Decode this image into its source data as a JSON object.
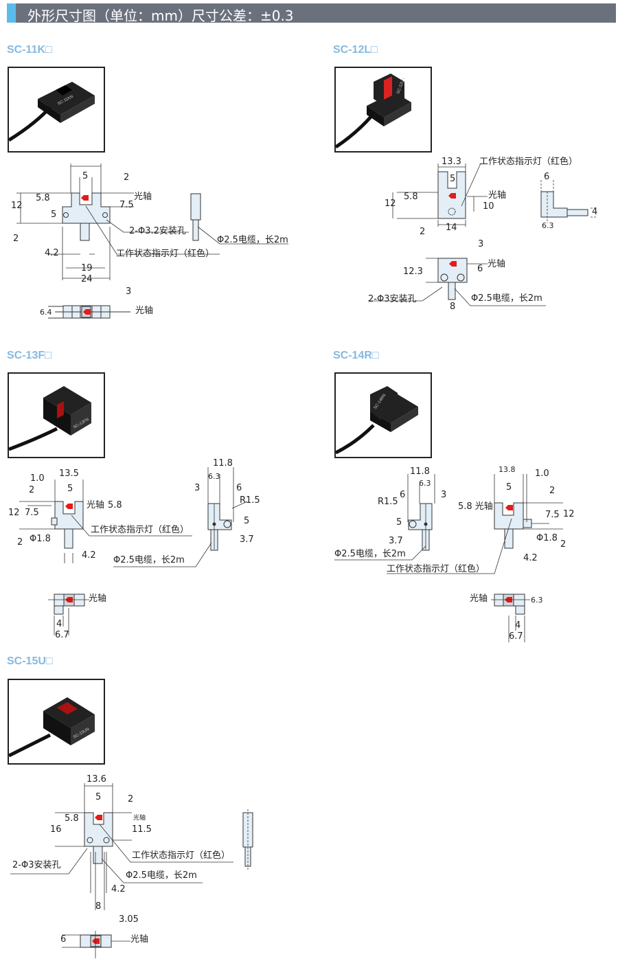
{
  "header": {
    "title": "外形尺寸图（单位：mm）尺寸公差：±0.3",
    "accent_color": "#5bbcec",
    "bar_color": "#6b717c"
  },
  "models": [
    {
      "name": "SC-11K□",
      "photo_label": "SC-11KN",
      "labels": [
        "5",
        "2",
        "5.8",
        "光轴",
        "12",
        "7.5",
        "5",
        "2-Φ3.2安装孔",
        "Φ2.5电缆，长2m",
        "2",
        "4.2",
        "工作状态指示灯（红色）",
        "19",
        "24",
        "3",
        "6.4",
        "光轴"
      ]
    },
    {
      "name": "SC-12L□",
      "photo_label": "SC-12LN",
      "labels": [
        "13.3",
        "工作状态指示灯（红色）",
        "6",
        "5",
        "5.8",
        "光轴",
        "12",
        "10",
        "4",
        "6.3",
        "2",
        "14",
        "3",
        "光轴",
        "12.3",
        "6",
        "2-Φ3安装孔",
        "Φ2.5电缆，长2m",
        "8"
      ]
    },
    {
      "name": "SC-13F□",
      "photo_label": "SC-13FN",
      "labels": [
        "11.8",
        "1.0",
        "13.5",
        "6.3",
        "2",
        "3",
        "6",
        "5",
        "R1.5",
        "光轴",
        "5.8",
        "12",
        "7.5",
        "5",
        "工作状态指示灯（红色）",
        "2",
        "Φ1.8",
        "3.7",
        "4.2",
        "Φ2.5电缆，长2m",
        "光轴",
        "4",
        "6.7"
      ]
    },
    {
      "name": "SC-14R□",
      "photo_label": "SC-14RN",
      "labels": [
        "11.8",
        "13.8",
        "1.0",
        "6.3",
        "6",
        "3",
        "5",
        "2",
        "R1.5",
        "5.8 光轴",
        "7.5",
        "12",
        "5",
        "Φ1.8",
        "3.7",
        "2",
        "Φ2.5电缆，长2m",
        "4.2",
        "工作状态指示灯（红色）",
        "光轴",
        "6.3",
        "4",
        "6.7"
      ]
    },
    {
      "name": "SC-15U□",
      "photo_label": "SC-15UN",
      "labels": [
        "13.6",
        "5",
        "2",
        "5.8",
        "光轴",
        "16",
        "11.5",
        "工作状态指示灯（红色）",
        "2-Φ3安装孔",
        "Φ2.5电缆，长2m",
        "4.2",
        "8",
        "3.05",
        "6",
        "光轴"
      ]
    }
  ]
}
